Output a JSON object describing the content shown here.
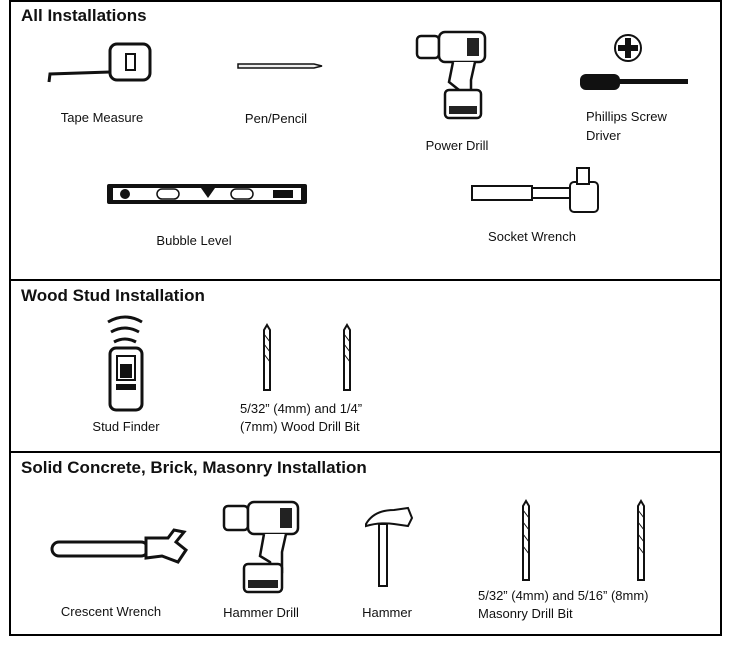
{
  "sections": [
    {
      "title": "All Installations",
      "tools": [
        {
          "name": "Tape Measure",
          "icon": "tape-measure-icon"
        },
        {
          "name": "Pen/Pencil",
          "icon": "pencil-icon"
        },
        {
          "name": "Power Drill",
          "icon": "power-drill-icon"
        },
        {
          "name_line1": "Phillips Screw",
          "name_line2": "Driver",
          "icon": "phillips-screwdriver-icon"
        },
        {
          "name": "Bubble Level",
          "icon": "bubble-level-icon"
        },
        {
          "name": "Socket Wrench",
          "icon": "socket-wrench-icon"
        }
      ]
    },
    {
      "title": "Wood Stud Installation",
      "tools": [
        {
          "name": "Stud Finder",
          "icon": "stud-finder-icon"
        },
        {
          "name_line1": "5/32” (4mm) and 1/4”",
          "name_line2": "(7mm) Wood Drill Bit",
          "icon": "drill-bit-icon"
        }
      ]
    },
    {
      "title": "Solid Concrete, Brick, Masonry Installation",
      "tools": [
        {
          "name": "Crescent Wrench",
          "icon": "crescent-wrench-icon"
        },
        {
          "name": "Hammer Drill",
          "icon": "hammer-drill-icon"
        },
        {
          "name": "Hammer",
          "icon": "hammer-icon"
        },
        {
          "name_line1": "5/32” (4mm) and 5/16” (8mm)",
          "name_line2": "Masonry Drill Bit",
          "icon": "drill-bit-icon"
        }
      ]
    }
  ]
}
